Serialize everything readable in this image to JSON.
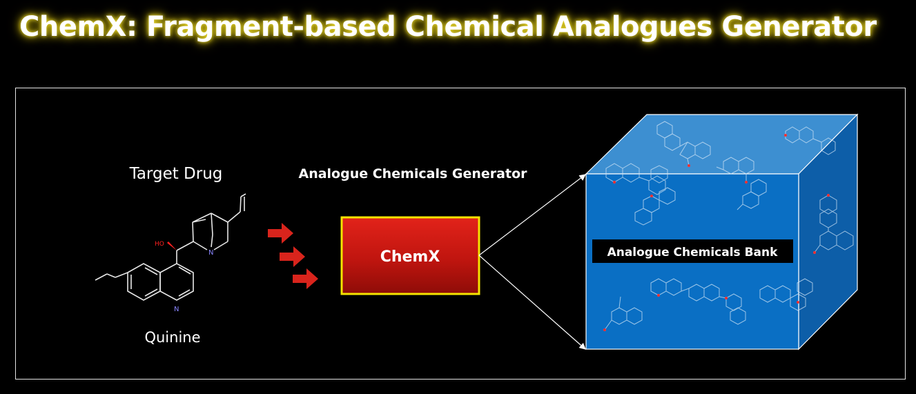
{
  "title": "ChemX: Fragment-based Chemical Analogues Generator",
  "target_label": "Target Drug",
  "molecule_name": "Quinine",
  "molecule_atoms": {
    "hydroxyl": "HO",
    "nitrogen_ring": "N",
    "nitrogen_cage": "N"
  },
  "generator_label": "Analogue Chemicals Generator",
  "generator_box_label": "ChemX",
  "bank_label": "Analogue Chemicals Bank",
  "colors": {
    "background": "#000000",
    "title_glow": "#e8d21c",
    "arrow_red": "#d9241c",
    "generator_fill": "#c0150f",
    "generator_border": "#f5e400",
    "cube_front": "#0a6fc4",
    "cube_top": "#3d8fd1",
    "cube_side": "#0d5ea8",
    "bond_white": "#e8e8e8",
    "atom_red": "#ff2020",
    "atom_blue": "#8a86ff"
  },
  "icons": [
    "red-right-arrow-icon",
    "cube-icon",
    "molecule-structure-icon"
  ]
}
